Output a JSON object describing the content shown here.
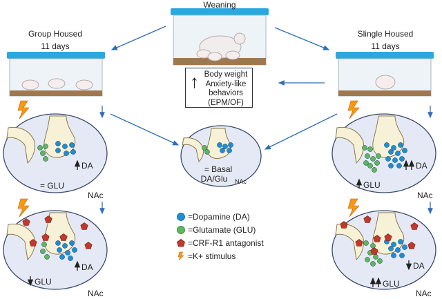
{
  "title": "Weaning",
  "group": {
    "heading": "Group Housed",
    "days": "11 days",
    "circle1": {
      "da_label": "DA",
      "glu_label": "= GLU",
      "region": "NAc"
    },
    "circle2": {
      "da_label": "DA",
      "glu_label": "GLU",
      "region": "NAc"
    }
  },
  "single": {
    "heading": "Slingle Housed",
    "days": "11 days",
    "circle1": {
      "da_label": "DA",
      "glu_label": "GLU",
      "region": "NAc"
    },
    "circle2": {
      "da_label": "DA",
      "glu_label": "GLU",
      "region": "NAc"
    }
  },
  "center_box": {
    "line1": "Body weight",
    "line2": "Anxiety-like",
    "line3": "behaviors",
    "line4": "(EPM/OF)"
  },
  "basal": {
    "line1": "= Basal",
    "line2": "DA/Glu",
    "region": "NAc"
  },
  "legend": [
    {
      "label": "=Dopamine (DA)",
      "color": "#1a8fd6",
      "icon": "blue-circle"
    },
    {
      "label": "=Glutamate (GLU)",
      "color": "#5cb85c",
      "icon": "green-circle"
    },
    {
      "label": "=CRF-R1 antagonist",
      "color": "#c0392b",
      "icon": "red-pentagon"
    },
    {
      "label": "=K+ stimulus",
      "color": "#f39c12",
      "icon": "lightning-icon"
    }
  ],
  "colors": {
    "arrow": "#2e6fb5",
    "circle_fill": "#e4e9f5",
    "circle_stroke": "#3a4a6b",
    "neuron": "#f7f1d8",
    "neuron_stroke": "#8a7a4a",
    "cage_lid": "#2aa8e0",
    "bedding": "#a07850"
  }
}
